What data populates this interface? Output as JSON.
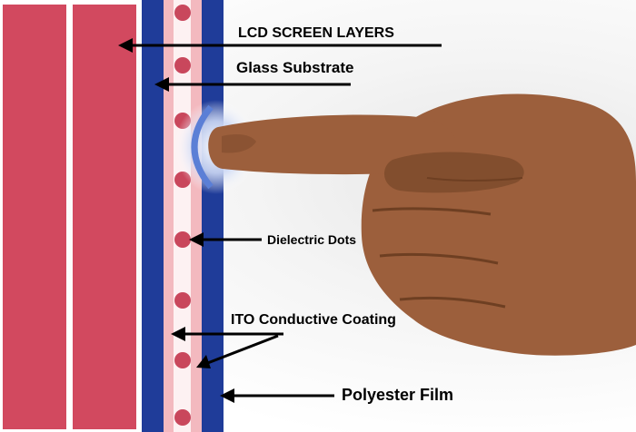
{
  "labels": {
    "lcd_screen_layers": "LCD SCREEN LAYERS",
    "glass_substrate": "Glass Substrate",
    "dielectric_dots": "Dielectric Dots",
    "ito_conductive_coating": "ITO Conductive Coating",
    "polyester_film": "Polyester Film"
  },
  "colors": {
    "lcd_layer": "#d2495f",
    "glass_blue": "#1f3c99",
    "coating_pink": "#f3b9bf",
    "gap": "#fdf1f2",
    "dot": "#c9475c",
    "arrow": "#000000",
    "skin": "#9c5f3c",
    "skin_dark": "#6e3f22",
    "glow": "#5b7fd6"
  },
  "icons": {
    "hand": "pointing-hand-icon"
  }
}
